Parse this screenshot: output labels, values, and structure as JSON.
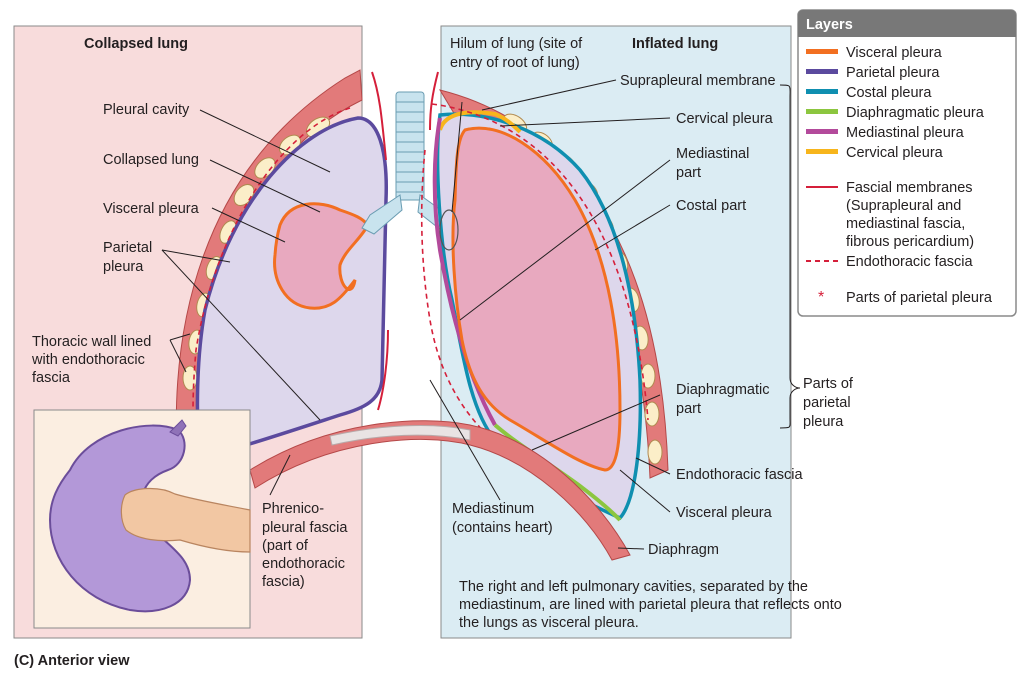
{
  "figure": {
    "caption": "(C) Anterior view",
    "collapsed_title": "Collapsed lung",
    "inflated_title": "Inflated lung",
    "summary": [
      "The right and left pulmonary cavities, separated by the",
      "mediastinum, are lined with parietal pleura that reflects onto",
      "the lungs as visceral pleura."
    ]
  },
  "left_labels": {
    "pleural_cavity": "Pleural cavity",
    "collapsed_lung": "Collapsed lung",
    "visceral_pleura": "Visceral pleura",
    "parietal_pleura": [
      "Parietal",
      "pleura"
    ],
    "thoracic_wall": [
      "Thoracic wall lined",
      "with endothoracic",
      "fascia"
    ],
    "phrenicopleural": [
      "Phrenico-",
      "pleural fascia",
      "(part of",
      "endothoracic",
      "fascia)"
    ]
  },
  "center_labels": {
    "hilum": [
      "Hilum of lung (site of",
      "entry of root of lung)"
    ],
    "mediastinum": [
      "Mediastinum",
      "(contains heart)"
    ]
  },
  "right_labels": {
    "suprapleural": "Suprapleural membrane",
    "cervical_pleura": "Cervical pleura",
    "mediastinal_part": [
      "Mediastinal",
      "part"
    ],
    "costal_part": "Costal part",
    "diaphragmatic_part": [
      "Diaphragmatic",
      "part"
    ],
    "parts_of_parietal": [
      "Parts of",
      "parietal",
      "pleura"
    ],
    "endothoracic_fascia": "Endothoracic fascia",
    "visceral_pleura": "Visceral pleura",
    "diaphragm": "Diaphragm"
  },
  "legend": {
    "title": "Layers",
    "items": [
      {
        "label": "Visceral pleura",
        "color": "#f26f21"
      },
      {
        "label": "Parietal pleura",
        "color": "#5b4a9e"
      },
      {
        "label": "Costal pleura",
        "color": "#0f8fb0"
      },
      {
        "label": "Diaphragmatic pleura",
        "color": "#8cc63f"
      },
      {
        "label": "Mediastinal pleura",
        "color": "#b34a9b"
      },
      {
        "label": "Cervical pleura",
        "color": "#f7b51c"
      }
    ],
    "fascial": [
      "Fascial membranes",
      "(Suprapleural and",
      "mediastinal fascia,",
      "fibrous pericardium)"
    ],
    "endothoracic": "Endothoracic fascia",
    "parts_marker": "*",
    "parts": "Parts of parietal pleura"
  },
  "colors": {
    "left_panel_bg": "#f8dcdc",
    "right_panel_bg": "#dbecf3",
    "lung_cavity": "#ddd7ec",
    "lung_tissue": "#e8a9bf",
    "body_wall": "#e06b6b",
    "fascial_red": "#d51f3a",
    "rib": "#fbeec8",
    "legend_header": "#787878"
  }
}
